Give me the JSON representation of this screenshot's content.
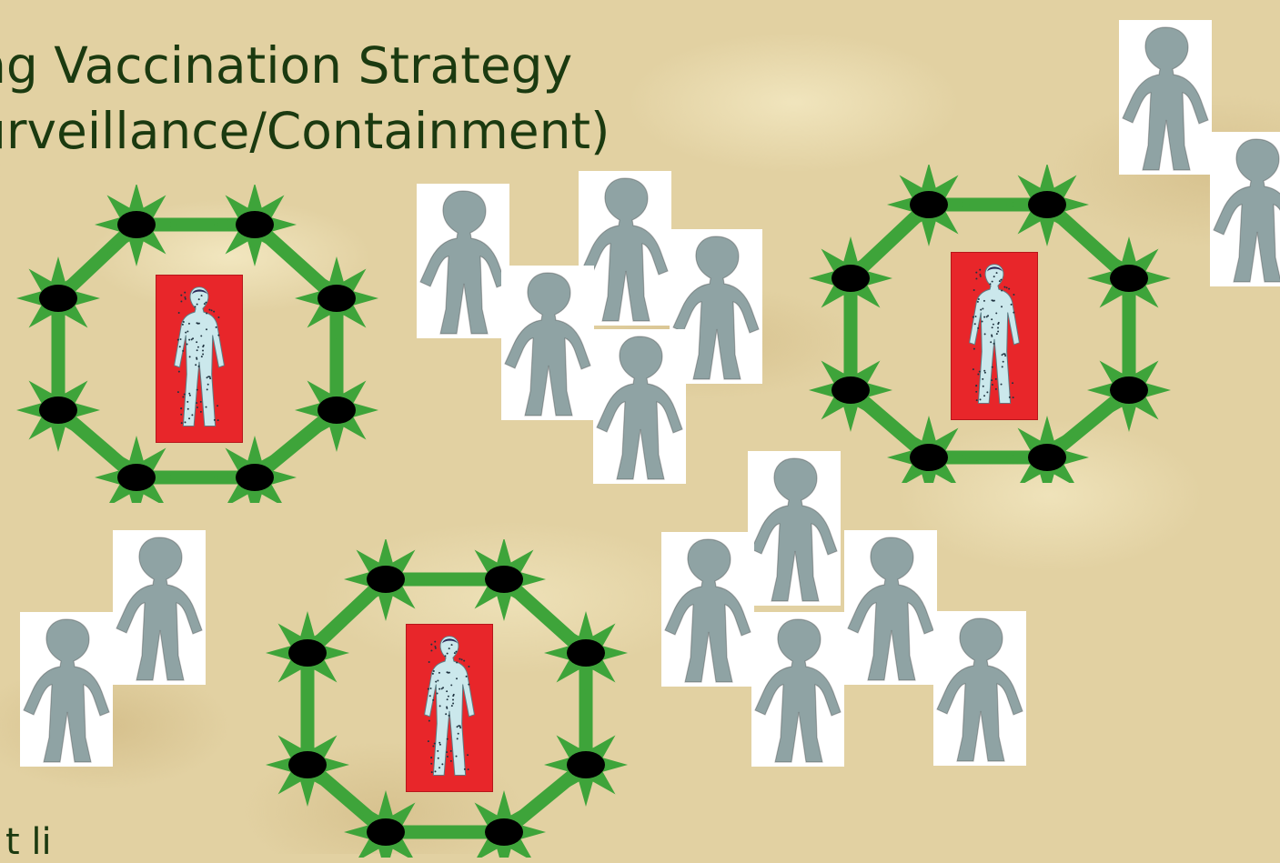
{
  "slide": {
    "title_line1": "ng Vaccination Strategy",
    "title_line2": "urveillance/Containment)",
    "bottom_text": "t      li"
  },
  "icons": {
    "ring": "vaccination-ring-icon",
    "vaccinated": "vaccinated-person-icon",
    "patient": "smallpox-patient-icon",
    "contact": "unvaccinated-person-icon"
  },
  "colors": {
    "ring_green": "#3ea43a",
    "node_black": "#000000",
    "patient_bg": "#e8262a",
    "person_gray": "#8fa3a4",
    "title_text": "#1b3a10"
  }
}
